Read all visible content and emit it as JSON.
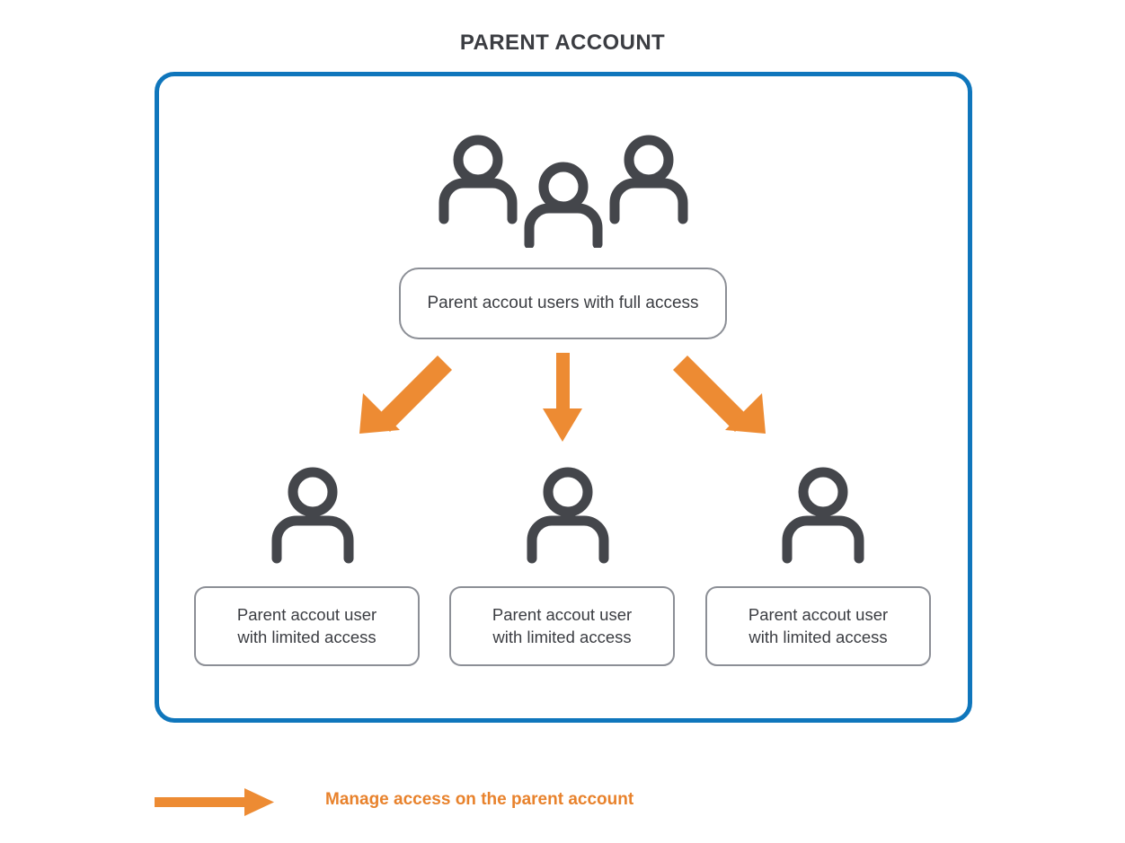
{
  "title": "PARENT ACCOUNT",
  "colors": {
    "container_border": "#0f76bc",
    "arrow_orange": "#ED8B33",
    "icon_gray": "#44464B",
    "box_border": "#8C8F96",
    "text_dark": "#3B3D42"
  },
  "icons": {
    "group": "three-users-icon",
    "single": "single-user-icon",
    "legend_arrow": "right-arrow-icon"
  },
  "parent_box": {
    "label": "Parent accout users with full access"
  },
  "child_boxes": [
    {
      "line1": "Parent accout user",
      "line2": "with limited access"
    },
    {
      "line1": "Parent accout user",
      "line2": "with limited access"
    },
    {
      "line1": "Parent accout user",
      "line2": "with limited access"
    }
  ],
  "arrows": [
    {
      "name": "arrow-to-child-1",
      "direction": "down-left"
    },
    {
      "name": "arrow-to-child-2",
      "direction": "down"
    },
    {
      "name": "arrow-to-child-3",
      "direction": "down-right"
    }
  ],
  "legend": {
    "label": "Manage access on the parent account"
  }
}
